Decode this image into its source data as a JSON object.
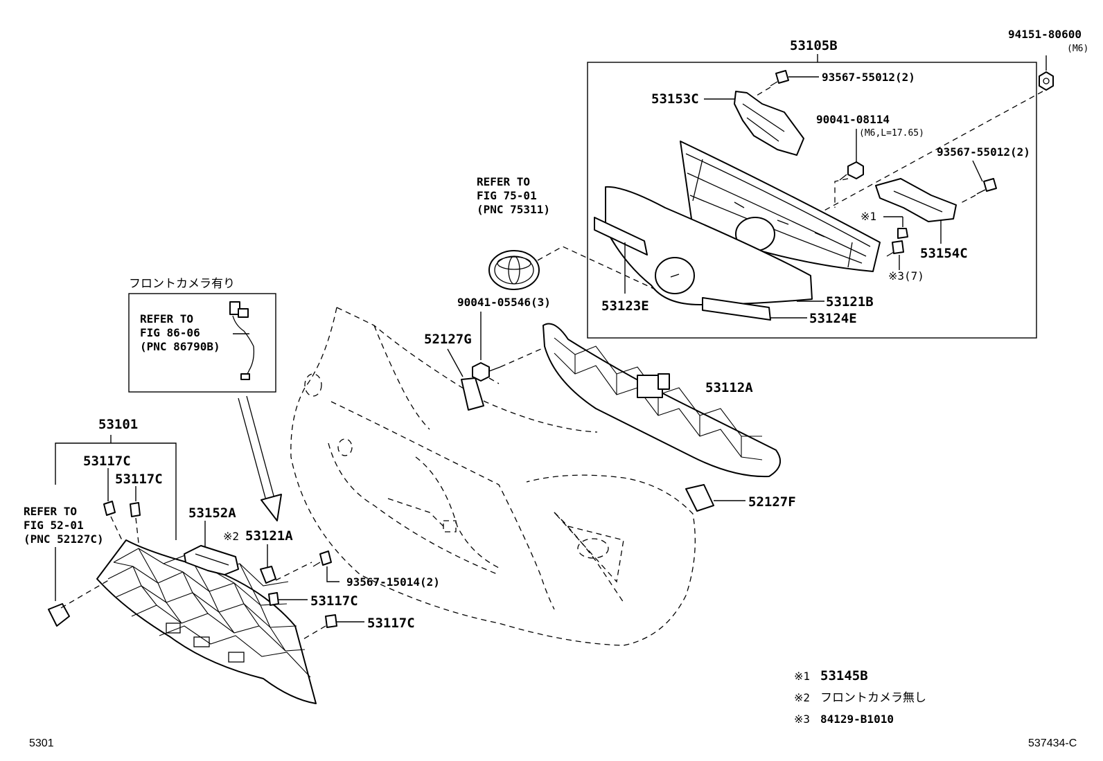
{
  "parts": {
    "p53105B": "53105B",
    "p94151": "94151-80600",
    "p94151_note": "(M6)",
    "p93567_55012_top": "93567-55012(2)",
    "p53153C": "53153C",
    "p90041_08114": "90041-08114",
    "p90041_08114_note": "(M6,L=17.65)",
    "p93567_55012_right": "93567-55012(2)",
    "p53154C": "53154C",
    "p53123E": "53123E",
    "p53121B": "53121B",
    "p53124E": "53124E",
    "p90041_05546": "90041-05546(3)",
    "p52127G": "52127G",
    "p53112A": "53112A",
    "p52127F": "52127F",
    "p53101": "53101",
    "p53117C_1": "53117C",
    "p53117C_2": "53117C",
    "p53117C_3": "53117C",
    "p53117C_4": "53117C",
    "p53152A": "53152A",
    "p53121A": "53121A",
    "p93567_15014": "93567-15014(2)"
  },
  "marks": {
    "m1": "※1",
    "m2": "※2",
    "m3_qty": "※3(7)"
  },
  "refers": {
    "emblem": {
      "line1": "REFER TO",
      "line2": "FIG 75-01",
      "line3": "(PNC 75311)"
    },
    "camera": {
      "line1": "REFER TO",
      "line2": "FIG 86-06",
      "line3": "(PNC 86790B)"
    },
    "bumper": {
      "line1": "REFER TO",
      "line2": "FIG 52-01",
      "line3": "(PNC 52127C)"
    }
  },
  "camera_box_title": "フロントカメラ有り",
  "legend": [
    {
      "mark": "※1",
      "text": "53145B"
    },
    {
      "mark": "※2",
      "text": "フロントカメラ無し"
    },
    {
      "mark": "※3",
      "text": "84129-B1010"
    }
  ],
  "footer": {
    "left": "5301",
    "right": "537434-C"
  }
}
